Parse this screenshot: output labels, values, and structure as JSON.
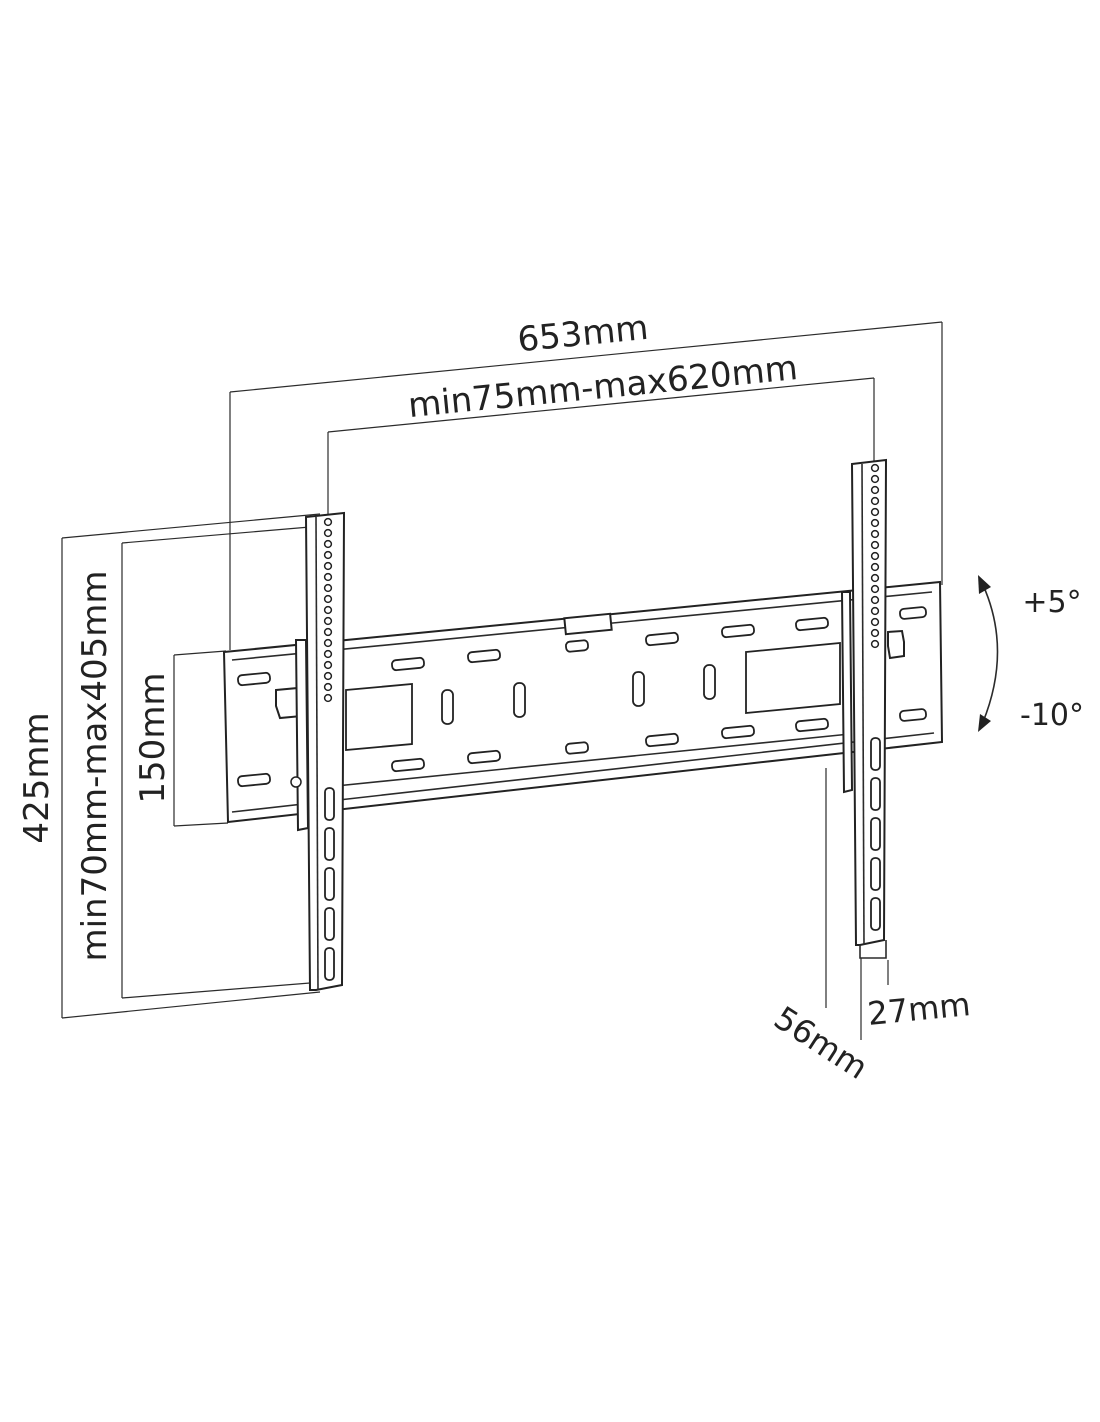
{
  "dimensions": {
    "total_width": "653mm",
    "vesa_width": "min75mm-max620mm",
    "total_height": "425mm",
    "vesa_height": "min70mm-max405mm",
    "plate_height": "150mm",
    "wall_distance": "56mm",
    "depth": "27mm"
  },
  "tilt": {
    "up": "+5°",
    "down": "-10°"
  }
}
